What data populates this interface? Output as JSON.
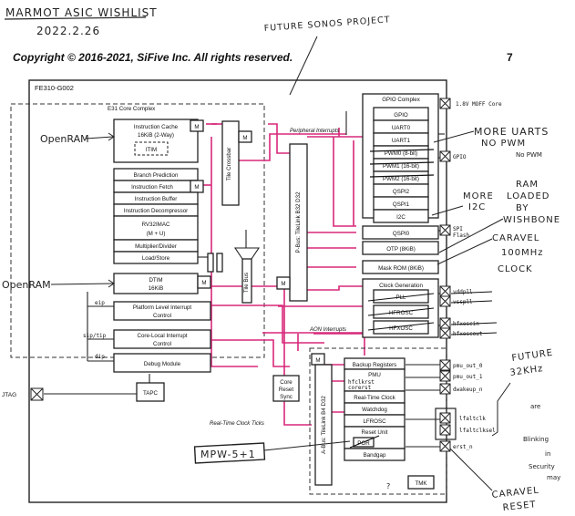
{
  "notes": {
    "title_line1": "MARMOT ASIC WISHLIST",
    "title_line2": "2022.2.26",
    "future_sonos": "FUTURE SONOS PROJECT",
    "openram_1": "OpenRAM",
    "openram_2": "OpenRAM",
    "more_uarts_1": "MORE UARTS",
    "more_uarts_2": "NO PWM",
    "more_i2c_1": "MORE",
    "more_i2c_2": "I2C",
    "ram_loaded_1": "RAM",
    "ram_loaded_2": "LOADED",
    "ram_loaded_3": "BY",
    "ram_loaded_4": "WISHBONE",
    "caravel_clk_1": "CARAVEL",
    "caravel_clk_2": "100MHz",
    "caravel_clk_3": "CLOCK",
    "future_32k_1": "FUTURE",
    "future_32k_2": "32KHz",
    "mpw": "MPW-5+1",
    "caravel_reset_1": "CARAVEL",
    "caravel_reset_2": "RESET",
    "scribble_pwm": "No PWM",
    "scribble_1": "are",
    "scribble_2": "Blinking",
    "scribble_3": "in",
    "scribble_4": "Security",
    "scribble_5": "may"
  },
  "header": {
    "copyright": "Copyright © 2016-2021, SiFive Inc. All rights reserved.",
    "page_number": "7"
  },
  "diagram": {
    "chip": "FE310-G002",
    "core_complex": "E31 Core Complex",
    "icache_1": "Instruction Cache",
    "icache_2": "16KiB (2-Way)",
    "itim": "ITIM",
    "crossbar": "Tile Crossbar",
    "branch": "Branch Prediction",
    "fetch": "Instruction Fetch",
    "buffer": "Instruction Buffer",
    "decomp": "Instruction Decompressor",
    "rv_1": "RV32IMAC",
    "rv_2": "(M + U)",
    "muldiv": "Multiplier/Divider",
    "loadstore": "Load/Store",
    "dtim_1": "DTIM",
    "dtim_2": "16KiB",
    "tilebus": "Tile Bus",
    "pbus": "P-Bus: TileLink B32 D32",
    "abus": "A-Bus: TileLink B4 D32",
    "plic_1": "Platform Level Interrupt",
    "plic_2": "Control",
    "clint_1": "Core-Local Interrupt",
    "clint_2": "Control",
    "debug": "Debug Module",
    "tapc": "TAPC",
    "jtag": "JTAG",
    "eip": "eip",
    "sip_tip": "sip/tip",
    "dip": "dip",
    "m": "M",
    "periph_int": "Peripheral Interrupts",
    "aon_int": "AON Interrupts",
    "rtc_ticks": "Real-Time Clock Ticks",
    "core_reset_1": "Core",
    "core_reset_2": "Reset",
    "core_reset_3": "Sync",
    "gpio_complex": "GPIO Complex",
    "gpio": "GPIO",
    "uart0": "UART0",
    "uart1": "UART1",
    "pwm0": "PWM0 (8-bit)",
    "pwm1": "PWM1 (16-bit)",
    "pwm2": "PWM2 (16-bit)",
    "qspi2": "QSPI2",
    "qspi1": "QSPI1",
    "i2c": "I2C",
    "qspi0": "QSPI0",
    "otp": "OTP (8KiB)",
    "maskrom": "Mask ROM (8KiB)",
    "clockgen": "Clock Generation",
    "pll": "PLL",
    "hfrosc": "HFROSC",
    "hfxosc": "HFXOSC",
    "backup_regs": "Backup Registers",
    "pmu": "PMU",
    "hfclkrst_1": "hfclkrst",
    "hfclkrst_2": "corerst",
    "rtc": "Real-Time Clock",
    "watchdog": "Watchdog",
    "lfrosc": "LFROSC",
    "reset_unit": "Reset Unit",
    "por": "POR",
    "bandgap": "Bandgap",
    "tmk": "TMK",
    "pin_moff": "1.8V MOFF Core",
    "pin_gpio": "GPIO",
    "pin_spi_1": "SPI",
    "pin_spi_2": "Flash",
    "pin_vddpll": "vddpll",
    "pin_vsspll": "vsspll",
    "pin_xin": "hfxoscin",
    "pin_xout": "hfxoscout",
    "pin_pmu0": "pmu_out_0",
    "pin_pmu1": "pmu_out_1",
    "pin_dwakeup": "dwakeup_n",
    "pin_lfaltclk": "lfaltclk",
    "pin_lfaltclksel": "lfaltclksel",
    "pin_erst": "erst_n"
  }
}
